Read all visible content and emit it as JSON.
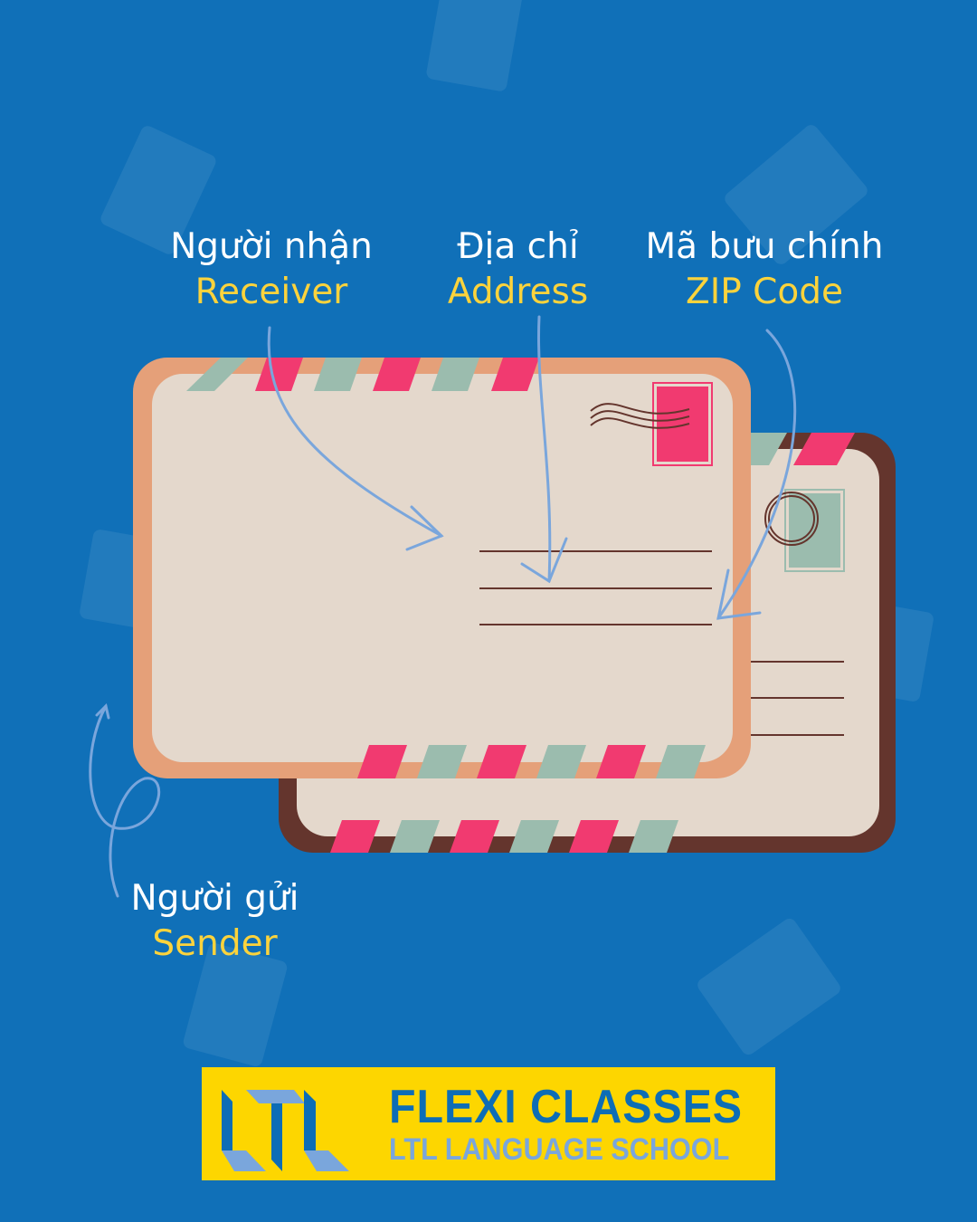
{
  "colors": {
    "background": "#1070b8",
    "label_primary": "#ffffff",
    "label_secondary": "#fcd33c",
    "front_envelope_border": "#e5a079",
    "back_envelope_border": "#64352d",
    "paper": "#e4d8cc",
    "stripe_pink": "#f13a70",
    "stripe_green": "#9bbcae",
    "arrow": "#7aa6dc",
    "logo_bg": "#fdd600",
    "logo_primary": "#0d6db6",
    "logo_secondary": "#7aa6dc"
  },
  "labels": {
    "receiver": {
      "vi": "Người nhận",
      "en": "Receiver"
    },
    "address": {
      "vi": "Địa chỉ",
      "en": "Address"
    },
    "zip": {
      "vi": "Mã bưu chính",
      "en": "ZIP Code"
    },
    "sender": {
      "vi": "Người gửi",
      "en": "Sender"
    }
  },
  "logo": {
    "mark": "LTL",
    "title": "FLEXI CLASSES",
    "subtitle": "LTL LANGUAGE SCHOOL"
  }
}
